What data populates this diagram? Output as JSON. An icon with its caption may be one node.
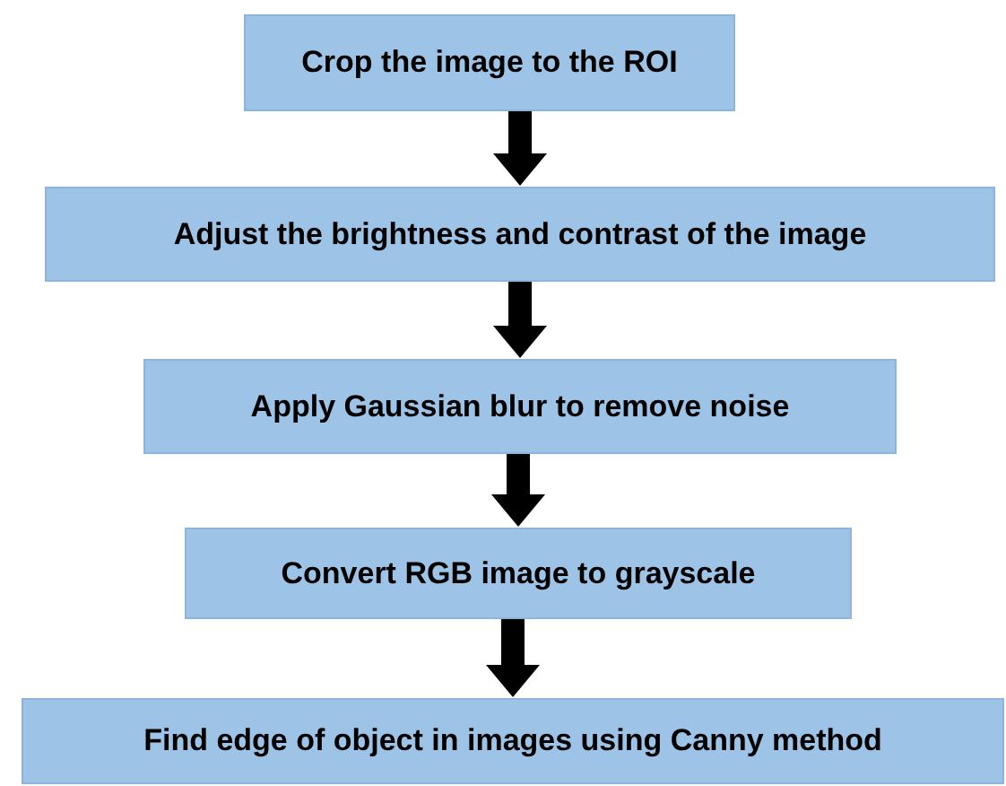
{
  "diagram": {
    "nodes": [
      {
        "text": [
          "Crop the image to the ROI"
        ]
      },
      {
        "text": [
          "Adjust the brightness and contrast of the image"
        ]
      },
      {
        "text": [
          "Apply Gaussian blur to remove noise"
        ]
      },
      {
        "text": [
          "Convert RGB image to grayscale"
        ]
      },
      {
        "text": [
          "Find edge of object in images using Canny method"
        ]
      }
    ],
    "edges": [
      {
        "from": 0,
        "to": 1,
        "arrow": "to"
      },
      {
        "from": 1,
        "to": 2,
        "arrow": "to"
      },
      {
        "from": 2,
        "to": 3,
        "arrow": "to"
      },
      {
        "from": 3,
        "to": 4,
        "arrow": "to"
      }
    ]
  }
}
